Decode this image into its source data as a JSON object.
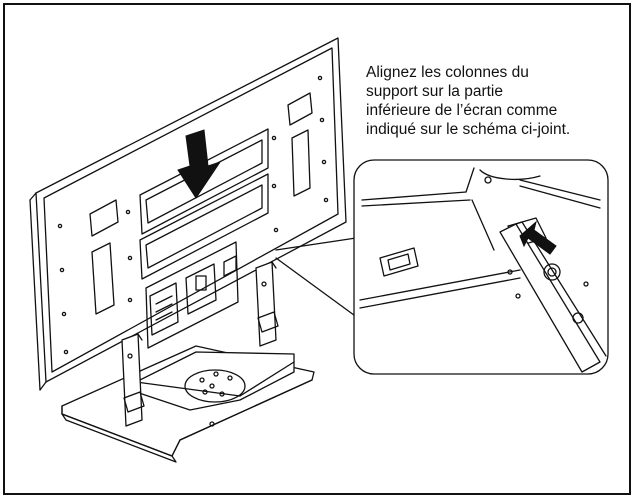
{
  "caption": {
    "lines": [
      "Alignez les colonnes du",
      "support sur la partie",
      "inférieure de l’écran comme",
      "indiqué sur le schéma ci-joint."
    ]
  },
  "colors": {
    "line": "#111111",
    "background": "#ffffff",
    "arrow": "#111111"
  },
  "icons": [
    "down-arrow-icon",
    "insert-arrow-icon"
  ]
}
